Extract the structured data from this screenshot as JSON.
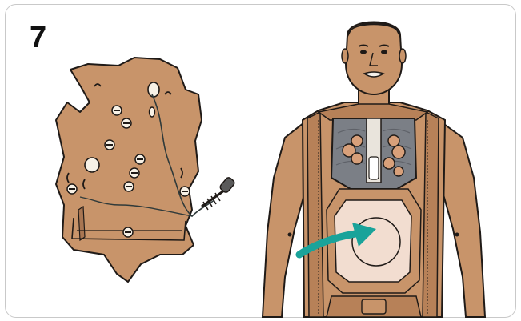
{
  "step": {
    "number": "7"
  },
  "colors": {
    "skin": "#c8946a",
    "skin_shadow": "#a97652",
    "outline": "#1f1a17",
    "chest_plate": "#7b7f86",
    "lung_pad": "#d8a07a",
    "abdomen": "#f2ddd0",
    "arrow": "#1aa39a",
    "hole_white": "#f7f1e6",
    "frame": "#c9c9c9"
  },
  "icons": {
    "skin_sheet": "chest-skin-sheet",
    "manikin": "manikin-torso",
    "direction_arrow": "curved-arrow"
  }
}
